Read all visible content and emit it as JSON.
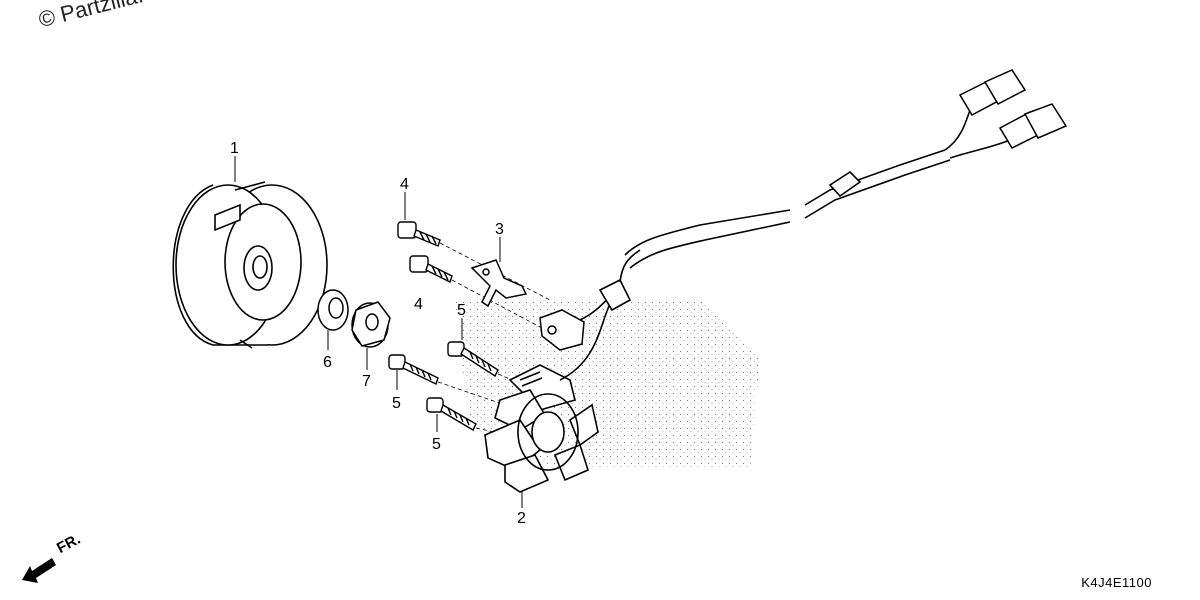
{
  "watermark": "© Partzilla.",
  "diagram_code": "K4J4E1100",
  "front_indicator": "FR.",
  "callouts": [
    "1",
    "2",
    "3",
    "4",
    "4",
    "5",
    "5",
    "5",
    "6",
    "7"
  ]
}
